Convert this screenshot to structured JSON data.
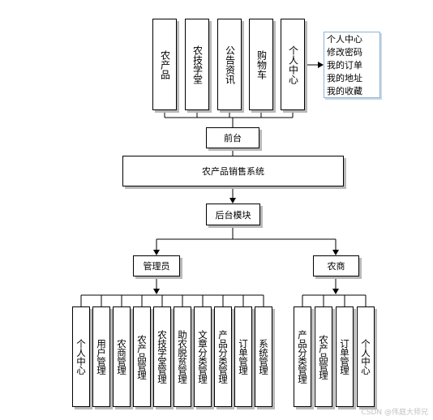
{
  "diagram": {
    "front_modules": [
      {
        "id": "agri-products",
        "label": "农产品"
      },
      {
        "id": "agri-academy",
        "label": "农技学堂"
      },
      {
        "id": "news",
        "label": "公告资讯"
      },
      {
        "id": "cart",
        "label": "购物车"
      },
      {
        "id": "user-center",
        "label": "个人中心"
      }
    ],
    "user_center_items": [
      "个人中心",
      "修改密码",
      "我的订单",
      "我的地址",
      "我的收藏"
    ],
    "frontend": {
      "label": "前台"
    },
    "system": {
      "label": "农产品销售系统"
    },
    "backend": {
      "label": "后台模块"
    },
    "roles": [
      {
        "id": "admin",
        "label": "管理员"
      },
      {
        "id": "farmer",
        "label": "农商"
      }
    ],
    "admin_modules": [
      {
        "id": "personal",
        "label": "个人中心"
      },
      {
        "id": "users",
        "label": "用户管理"
      },
      {
        "id": "merchants",
        "label": "农商管理"
      },
      {
        "id": "products",
        "label": "农产品管理"
      },
      {
        "id": "academy",
        "label": "农技学堂管理"
      },
      {
        "id": "poverty",
        "label": "助农脱贫管理"
      },
      {
        "id": "article-cat",
        "label": "文章分类管理"
      },
      {
        "id": "product-cat",
        "label": "产品分类管理"
      },
      {
        "id": "orders",
        "label": "订单管理"
      },
      {
        "id": "system-mgmt",
        "label": "系统管理"
      }
    ],
    "farmer_modules": [
      {
        "id": "product-cat",
        "label": "产品分类管理"
      },
      {
        "id": "products",
        "label": "农产品管理"
      },
      {
        "id": "orders",
        "label": "订单管理"
      },
      {
        "id": "personal",
        "label": "个人中心"
      }
    ]
  },
  "watermark": "CSDN @伟庭大师兄"
}
